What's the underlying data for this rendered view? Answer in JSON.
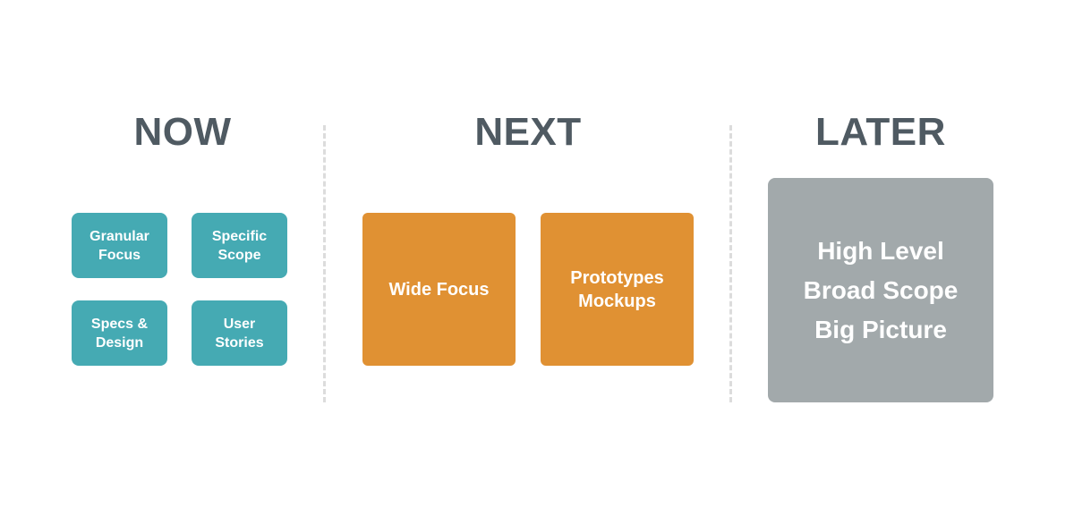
{
  "columns": {
    "now": {
      "heading": "NOW",
      "items": [
        "Granular\nFocus",
        "Specific\nScope",
        "Specs &\nDesign",
        "User\nStories"
      ]
    },
    "next": {
      "heading": "NEXT",
      "items": [
        "Wide Focus",
        "Prototypes\nMockups"
      ]
    },
    "later": {
      "heading": "LATER",
      "text": "High Level\nBroad Scope\nBig Picture"
    }
  },
  "colors": {
    "heading": "#4f5a62",
    "now_box": "#45aab3",
    "next_box": "#e09133",
    "later_box": "#a2a9ab",
    "divider": "#dcdcdc"
  }
}
